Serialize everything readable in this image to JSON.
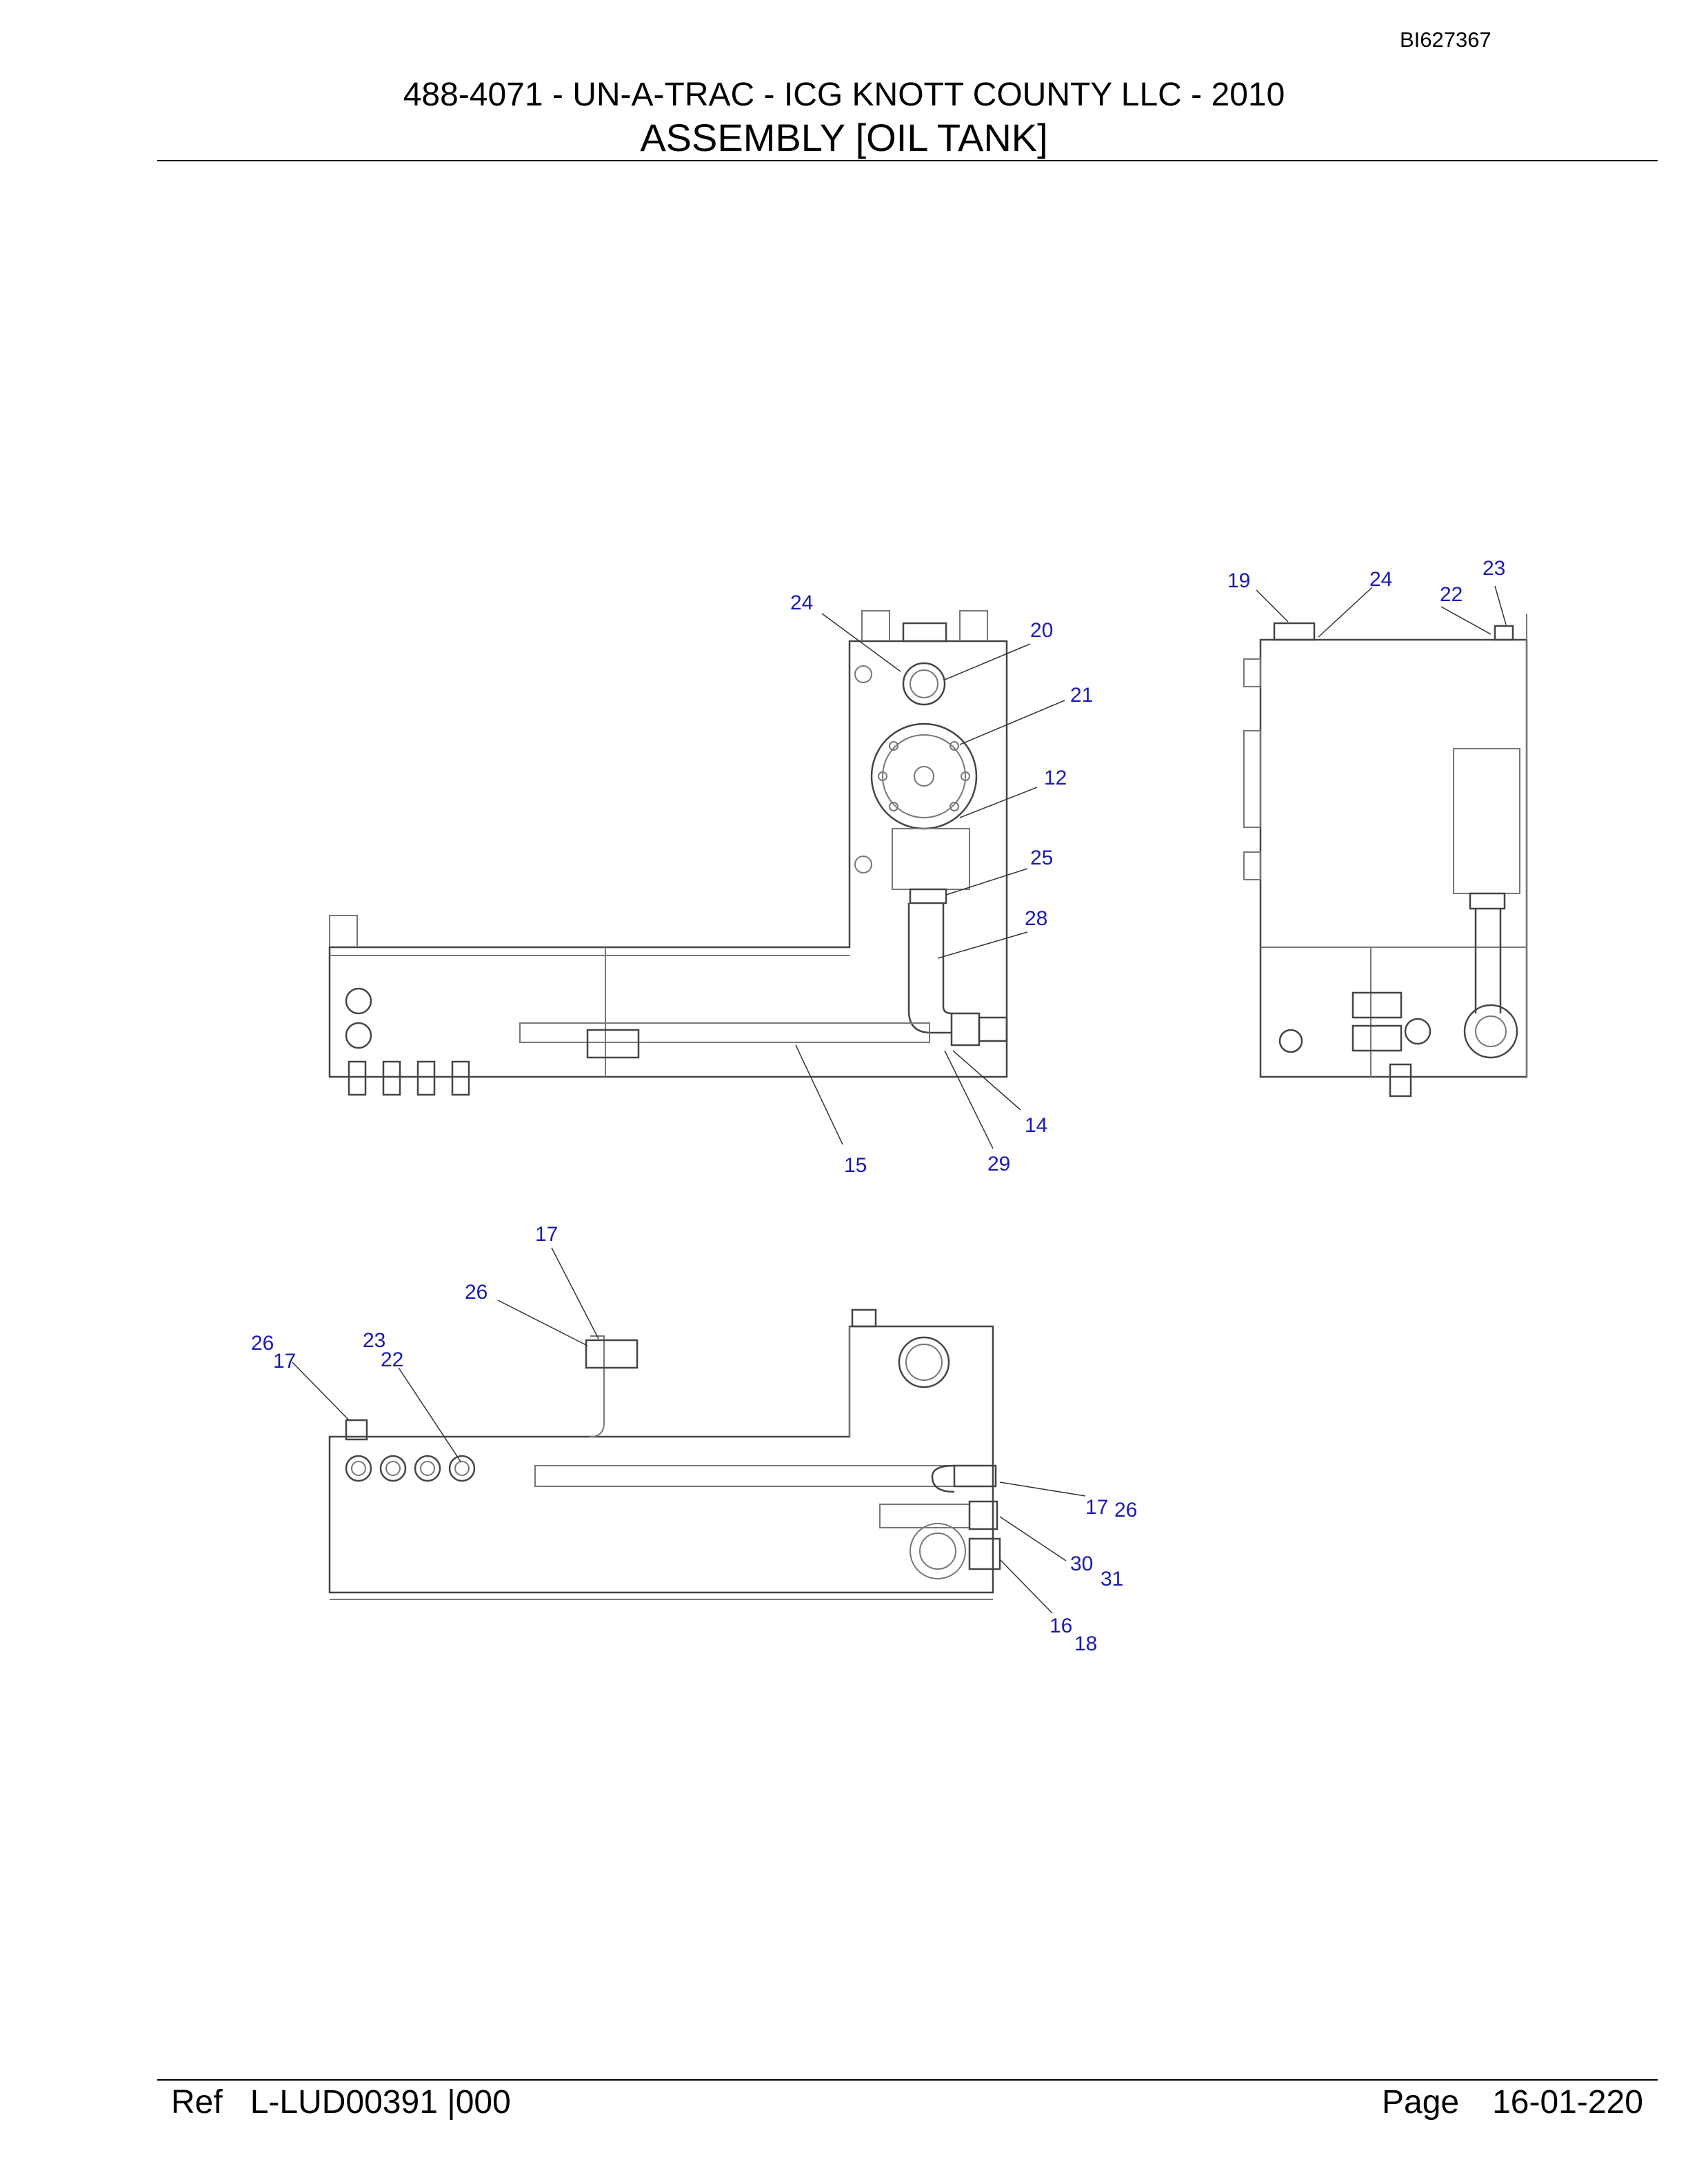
{
  "header": {
    "doc_id": "BI627367",
    "title": "488-4071 - UN-A-TRAC - ICG KNOTT COUNTY LLC - 2010",
    "subtitle": "ASSEMBLY [OIL TANK]"
  },
  "footer": {
    "ref_label": "Ref",
    "ref_value": "L-LUD00391 |000",
    "page_label": "Page",
    "page_value": "16-01-220"
  },
  "callouts": {
    "front": [
      "24",
      "20",
      "21",
      "12",
      "25",
      "28",
      "14",
      "29",
      "15"
    ],
    "side": [
      "19",
      "24",
      "23",
      "22"
    ],
    "top": [
      "17",
      "26",
      "26",
      "17",
      "23",
      "22",
      "17",
      "26",
      "30",
      "31",
      "16",
      "18"
    ]
  }
}
